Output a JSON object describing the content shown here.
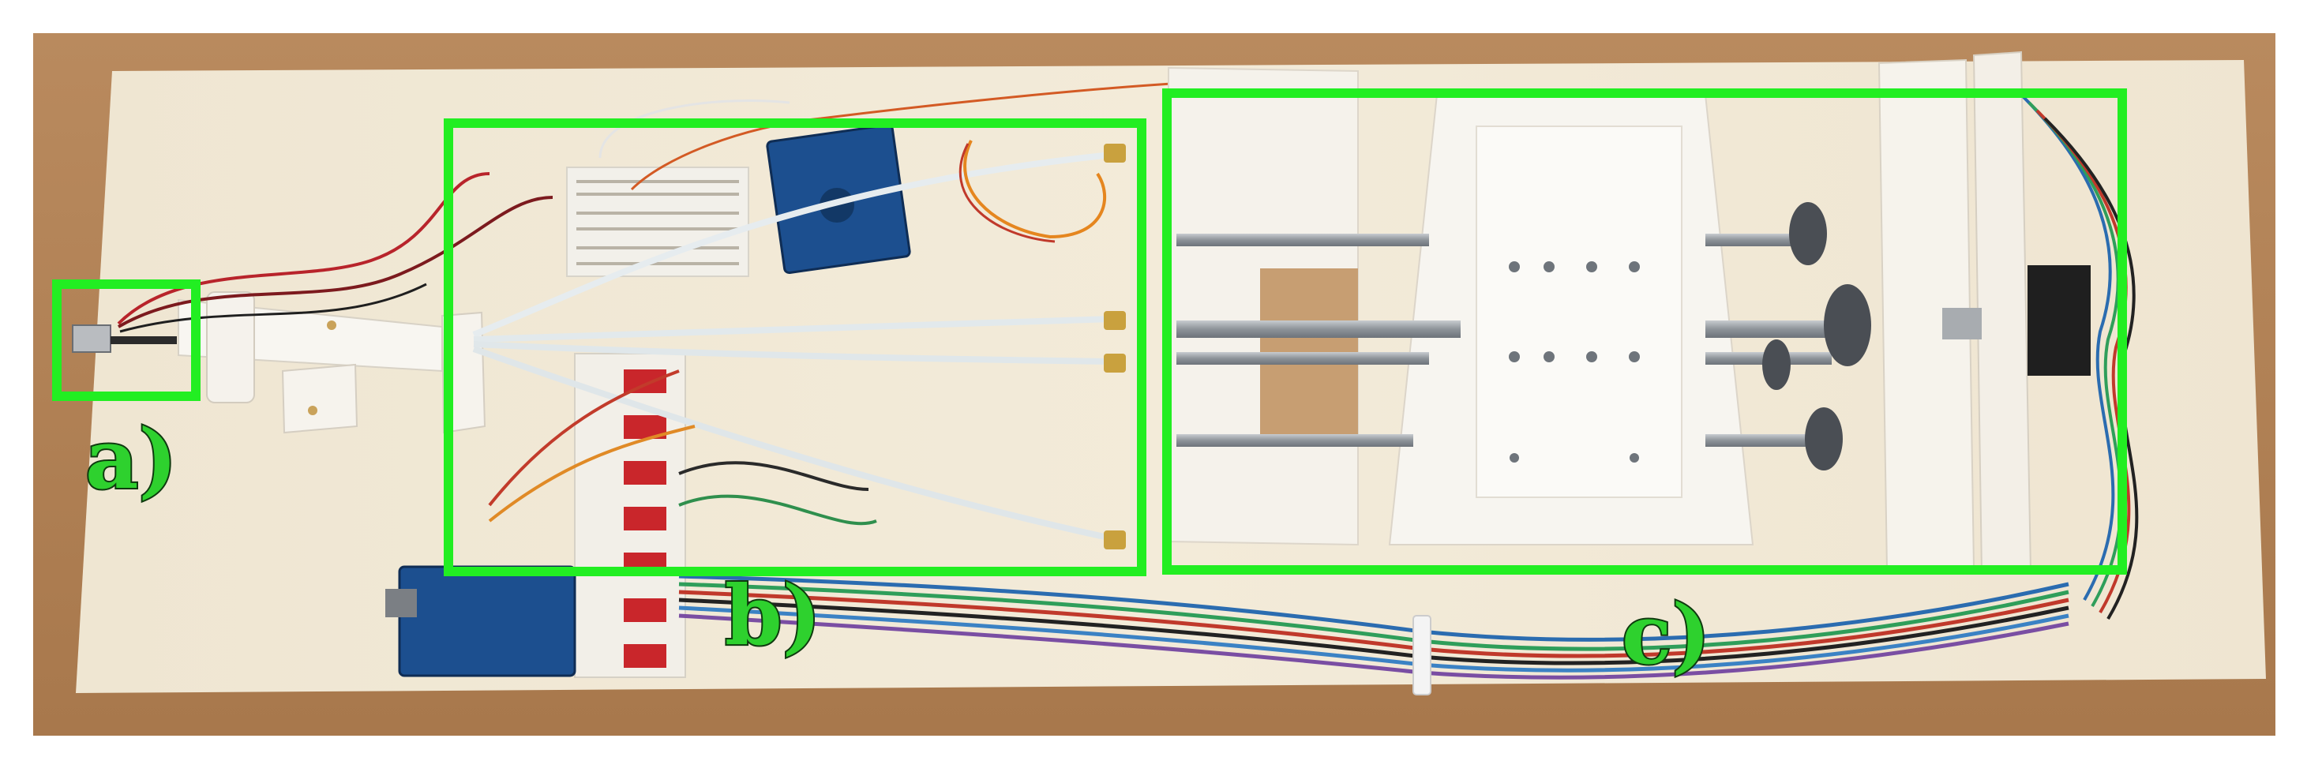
{
  "figure": {
    "labels": {
      "a": "a)",
      "b": "b)",
      "c": "c)"
    },
    "colors": {
      "highlight_box": "#22ee22",
      "label_fill": "#2ed12e",
      "label_outline": "#0f3a0f",
      "wood_table": "#b7865a",
      "base_board": "#f1e8d6",
      "printed_parts": "#f7f4ee",
      "lead_screw": "#9aa0a6",
      "arduino_blue": "#1c4f8f"
    }
  }
}
